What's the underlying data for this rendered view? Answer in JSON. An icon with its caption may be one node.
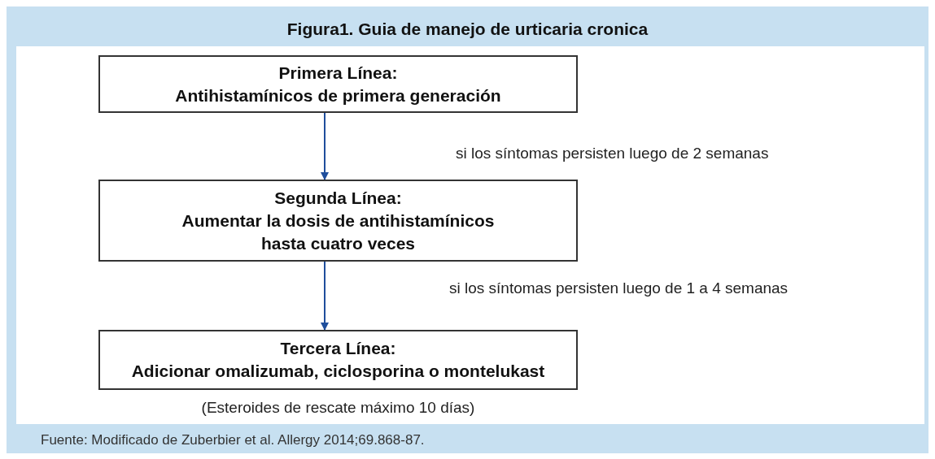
{
  "diagram": {
    "title": "Figura1. Guia de manejo de urticaria cronica",
    "nodes": [
      {
        "text": [
          "Primera Línea:",
          "Antihistamínicos de primera generación"
        ]
      },
      {
        "text": [
          "Segunda Línea:",
          "Aumentar la dosis de antihistamínicos hasta cuatro veces"
        ]
      },
      {
        "text": [
          "Tercera Línea:",
          "Adicionar omalizumab, ciclosporina o montelukast"
        ],
        "beside": [
          "(Esteroides de rescate máximo 10 días)"
        ]
      }
    ],
    "edges": [
      {
        "from": 0,
        "to": 1,
        "arrow": "to"
      },
      {
        "from": 1,
        "to": 2,
        "arrow": "to"
      }
    ],
    "labels": [
      "si los síntomas persisten luego de 2 semanas",
      "si los síntomas persisten luego de 1 a 4 semanas"
    ],
    "caption": "Fuente: Modificado de Zuberbier et al. Allergy 2014;69.868-87."
  }
}
